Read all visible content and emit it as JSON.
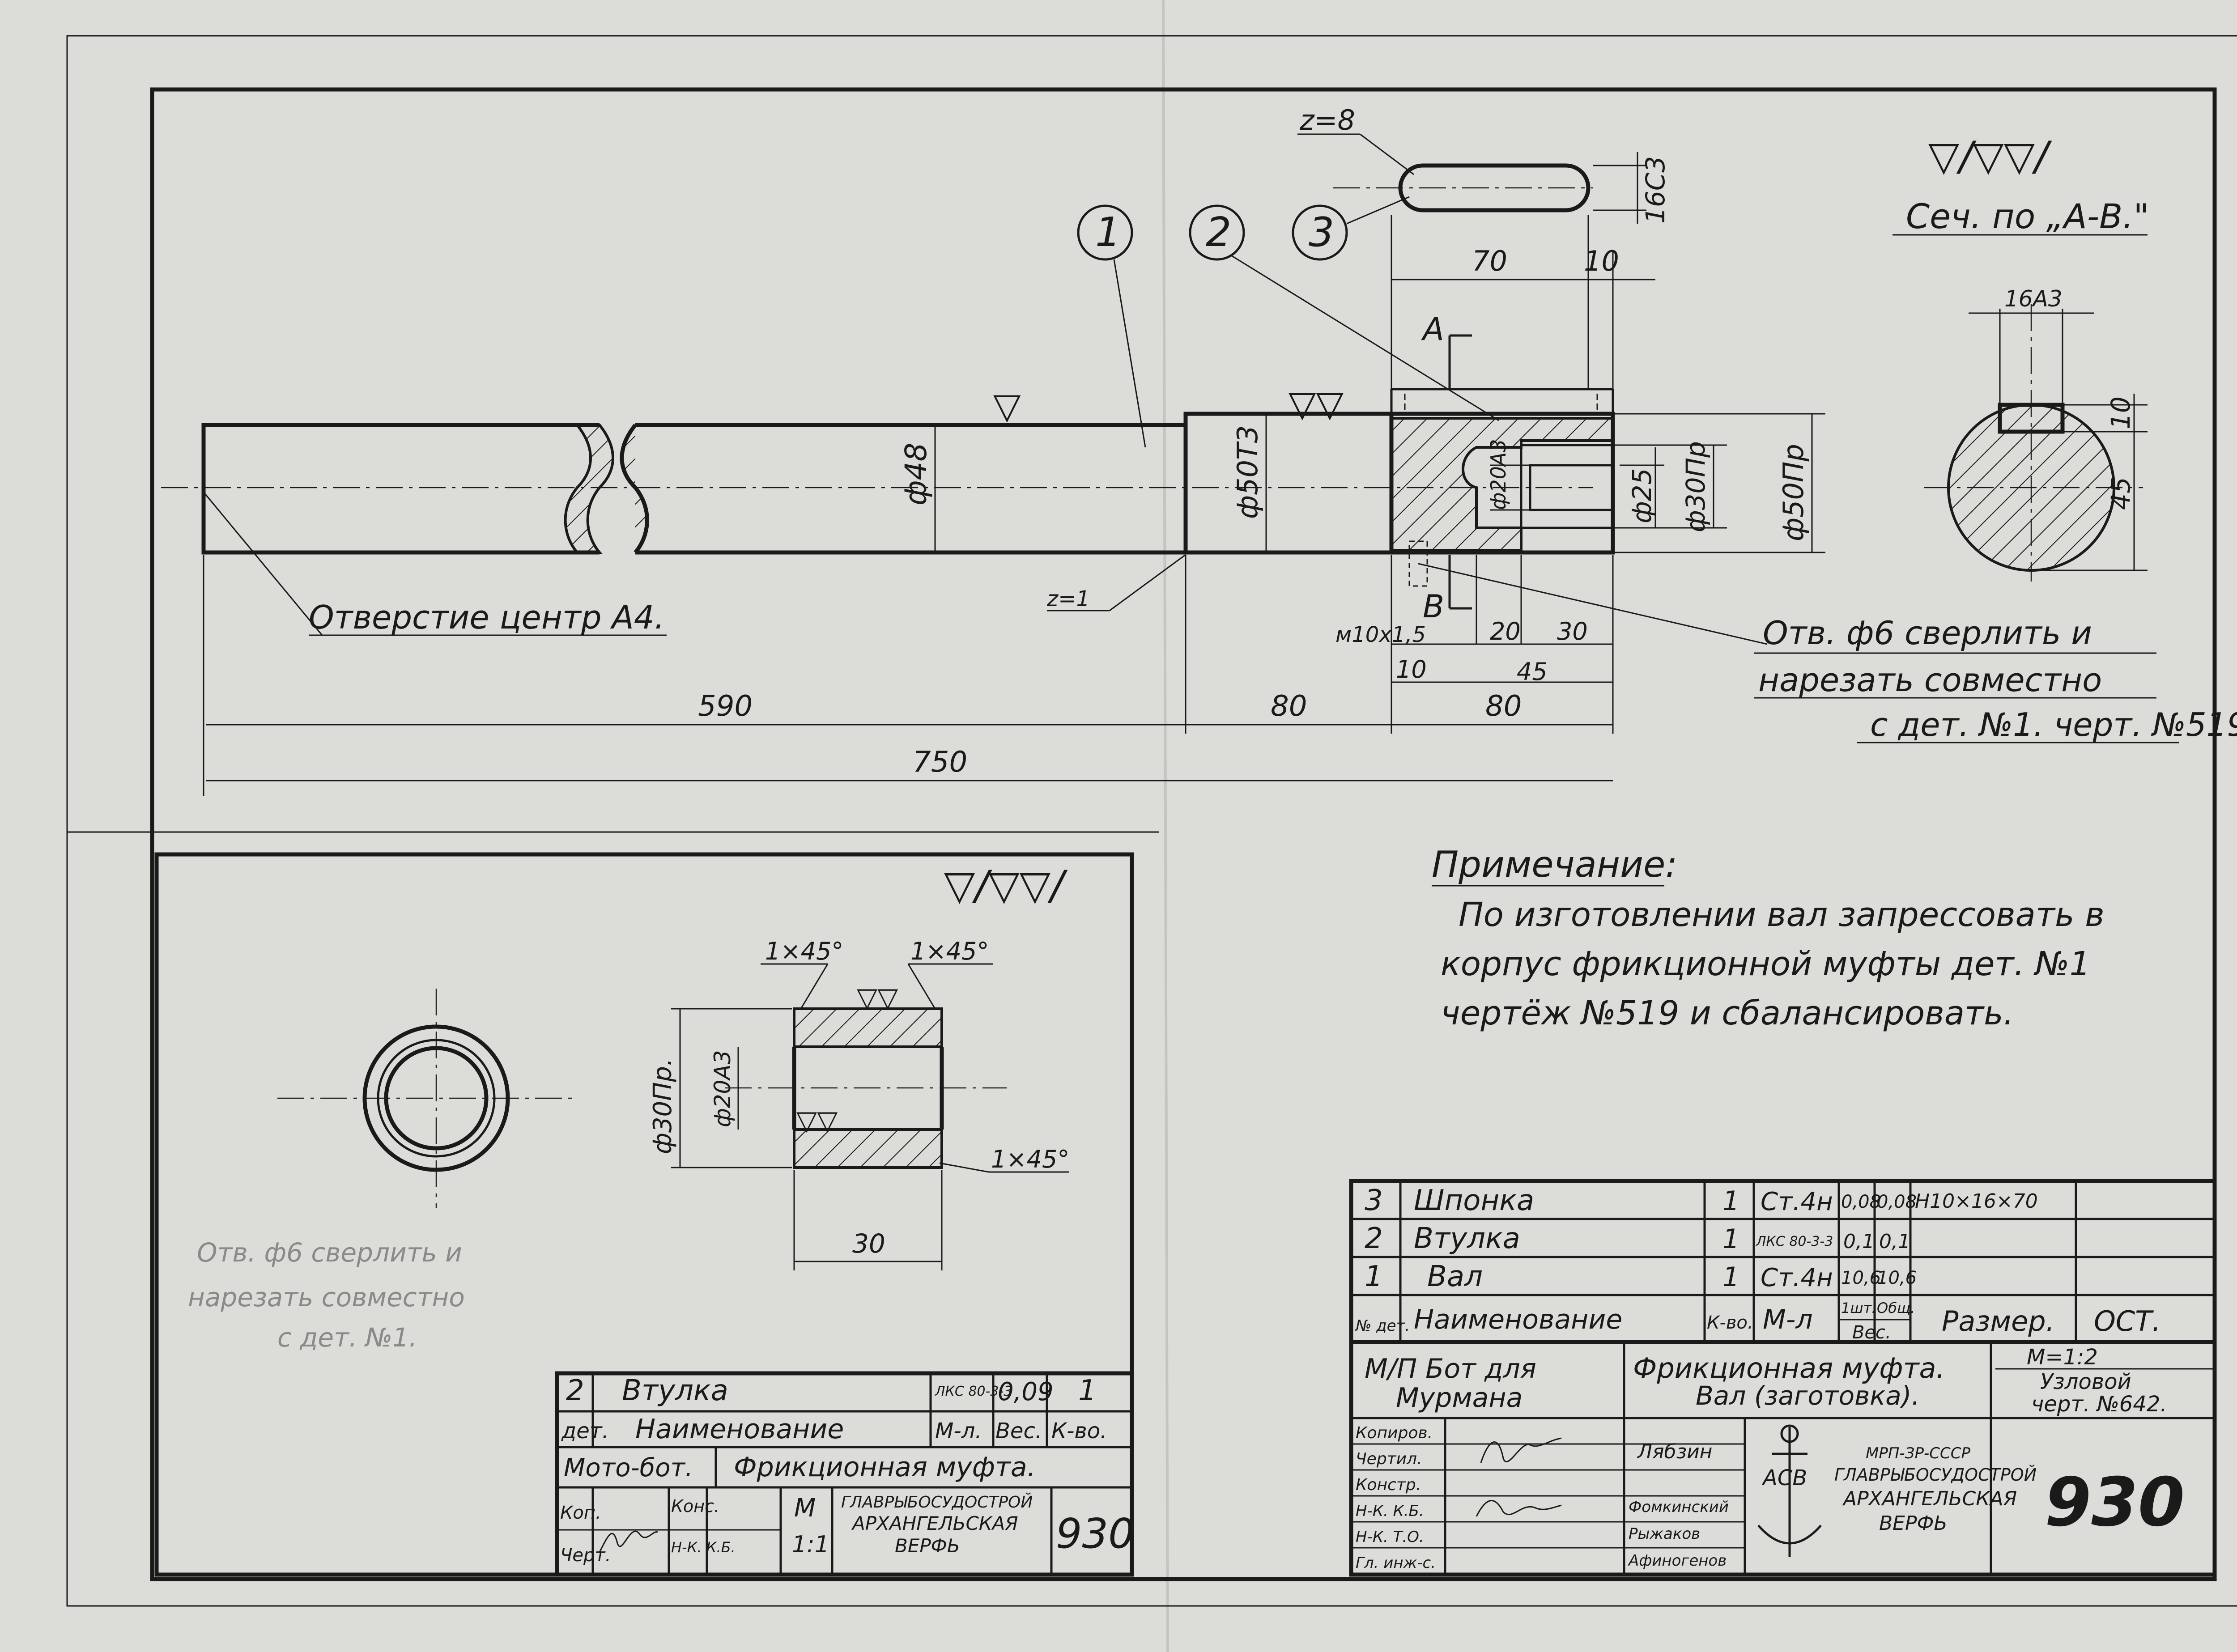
{
  "main_view": {
    "hole_note": "Отверстие центр А4.",
    "roughness_a": "▽",
    "roughness_b": "▽▽",
    "balloons": [
      "1",
      "2",
      "3"
    ],
    "z_eight": "z=8",
    "z_one": "z=1",
    "dim_16c3": "16С3",
    "dim_70": "70",
    "dim_10a": "10",
    "letter_a": "А",
    "letter_b": "В",
    "dia_48": "ф48",
    "dia_50t3": "ф50Т3",
    "dia_20a3": "ф20А3",
    "dia_25": "ф25",
    "dia_30pr": "ф30Пр",
    "dia_50pr": "ф50Пр",
    "thread": "м10х1,5",
    "dim_20": "20",
    "dim_30": "30",
    "dim_10b": "10",
    "dim_45": "45",
    "dim_590": "590",
    "dim_80a": "80",
    "dim_80b": "80",
    "dim_750": "750",
    "drill_note": [
      "Отв. ф6 сверлить и",
      "нарезать совместно",
      "с дет. №1. черт. №519."
    ]
  },
  "section": {
    "title": "Сеч. по „А-В.\"",
    "roughness": "▽/▽▽/",
    "dim_16a3": "16А3",
    "dim_10": "10",
    "dim_45": "45"
  },
  "note": {
    "heading": "Примечание:",
    "lines": [
      "По изготовлении вал запрессовать в",
      "корпус фрикционной муфты дет. №1",
      "чертёж №519 и сбалансировать."
    ]
  },
  "bushing_view": {
    "roughness": "▽/▽▽/",
    "chamfer_1": "1×45°",
    "chamfer_2": "1×45°",
    "chamfer_3": "1×45°",
    "dia_30pr": "ф30Пр.",
    "dia_20a3": "ф20А3",
    "dim_30": "30",
    "faint_note": [
      "Отв. ф6 сверлить и",
      "нарезать совместно",
      "с дет. №1."
    ]
  },
  "bushing_title_block": {
    "row1": {
      "num": "2",
      "name": "Втулка",
      "material": "ЛКС 80-3-3",
      "weight": "0,09",
      "qty": "1"
    },
    "row2": {
      "num": "дет.",
      "name": "Наименование",
      "material": "М-л.",
      "weight": "Вес.",
      "qty": "К-во."
    },
    "product": "Мото-бот.",
    "assembly": "Фрикционная муфта.",
    "cop": "Коп.",
    "chert": "Черт.",
    "kons": "Конс.",
    "nk": "Н-К. К.Б.",
    "scale_label": "М",
    "scale": "1:1",
    "org": [
      "ГЛАВРЫБОСУДОСТРОЙ",
      "АРХАНГЕЛЬСКАЯ",
      "ВЕРФЬ"
    ],
    "number": "930"
  },
  "spec_table": {
    "rows": [
      {
        "num": "3",
        "name": "Шпонка",
        "qty": "1",
        "material": "Ст.4н",
        "w1": "0,08",
        "w2": "0,08",
        "size": "Н10×16×70",
        "ost": ""
      },
      {
        "num": "2",
        "name": "Втулка",
        "qty": "1",
        "material": "ЛКС 80-3-3",
        "w1": "0,1",
        "w2": "0,1",
        "size": "",
        "ost": ""
      },
      {
        "num": "1",
        "name": "Вал",
        "qty": "1",
        "material": "Ст.4н",
        "w1": "10,6",
        "w2": "10,6",
        "size": "",
        "ost": ""
      }
    ],
    "header": {
      "num": "№ дет.",
      "name": "Наименование",
      "qty": "К-во.",
      "material": "М-л",
      "w1": "1шт.",
      "w2": "Общ.",
      "weight": "Вес.",
      "size": "Размер.",
      "ost": "ОСТ."
    }
  },
  "main_title_block": {
    "product": [
      "М/П Бот для",
      "Мурмана"
    ],
    "title": [
      "Фрикционная муфта.",
      "Вал (заготовка)."
    ],
    "scale": "М=1:2",
    "assembly": [
      "Узловой",
      "черт. №642."
    ],
    "roles": [
      "Копиров.",
      "Чертил.",
      "Констр.",
      "Н-К. К.Б.",
      "Н-К. Т.О.",
      "Гл. инж-с."
    ],
    "names": [
      "",
      "",
      "Лябзин",
      "Фомкинский",
      "Рыжаков",
      "Афиногенов"
    ],
    "org": [
      "МРП-ЗР-СССР",
      "ГЛАВРЫБОСУДОСТРОЙ",
      "АРХАНГЕЛЬСКАЯ",
      "ВЕРФЬ"
    ],
    "logo": "АСВ",
    "number": "930"
  }
}
